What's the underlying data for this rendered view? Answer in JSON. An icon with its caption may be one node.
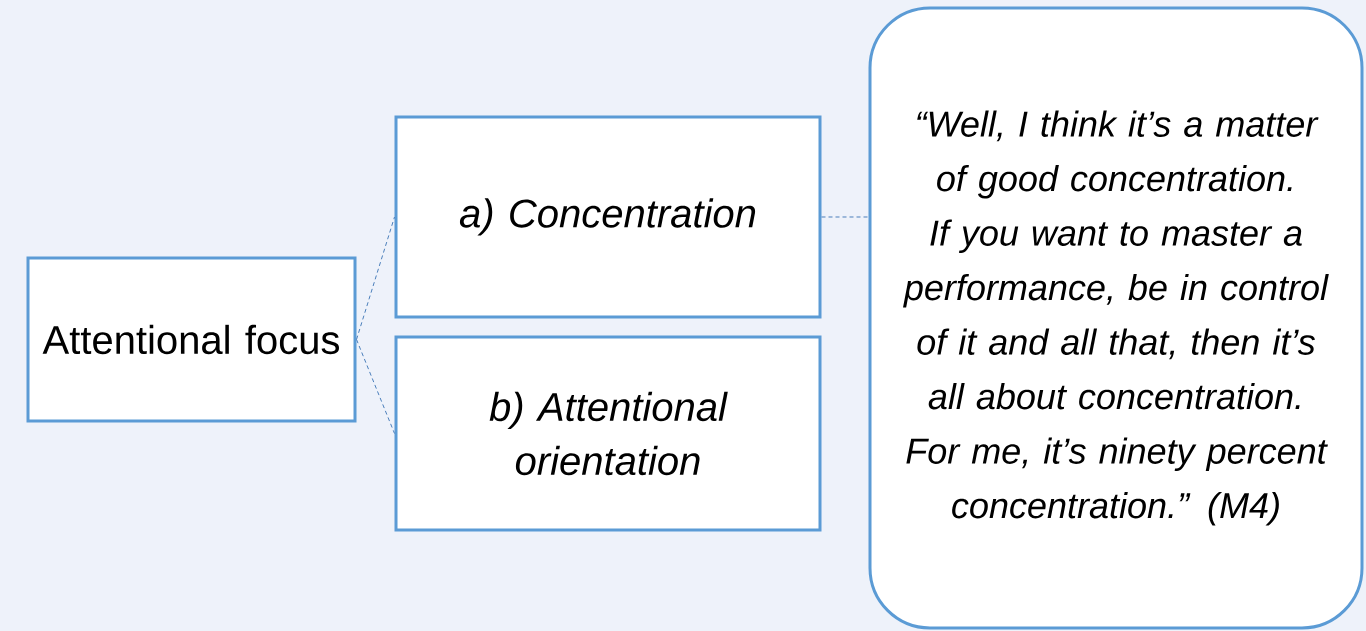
{
  "diagram": {
    "nodes": [
      {
        "text": [
          "Attentional focus"
        ]
      },
      {
        "text": [
          "a) Concentration"
        ]
      },
      {
        "text": [
          "b) Attentional orientation"
        ]
      },
      {
        "text": [
          "“Well, I think it’s a matter of good concentration. If you want to master a performance, be in control of it and all that, then it’s all about concentration. For me, it’s ninety percent concentration.” (M4)"
        ]
      }
    ],
    "edges": [
      {
        "from": 0,
        "to": 1,
        "arrow": "none",
        "style": "dashed"
      },
      {
        "from": 0,
        "to": 2,
        "arrow": "none",
        "style": "dashed"
      },
      {
        "from": 1,
        "to": 3,
        "arrow": "none",
        "style": "dashed"
      }
    ]
  }
}
